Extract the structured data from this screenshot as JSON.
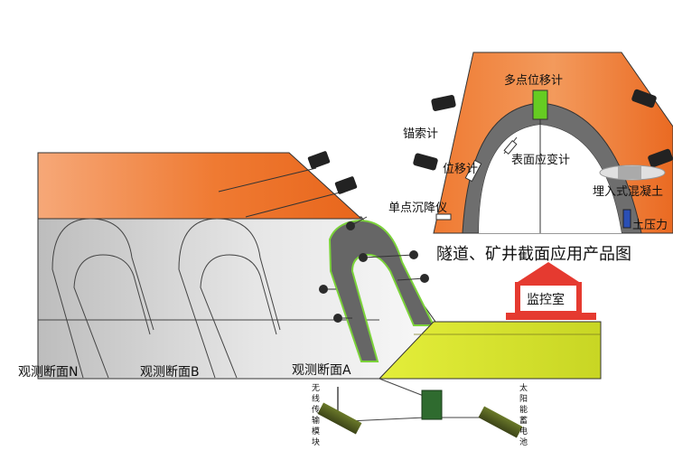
{
  "title": "隧道、矿井截面应用产品图",
  "control_room": "监控室",
  "sections": {
    "n": "观测断面N",
    "b": "观测断面B",
    "a": "观测断面A"
  },
  "instruments": {
    "multipoint_extensometer": "多点位移计",
    "anchor_cable_meter": "锚索计",
    "displacement_meter": "位移计",
    "surface_strain_gauge": "表面应变计",
    "single_point_settlement": "单点沉降仪",
    "embedded_concrete": "埋入式混凝土",
    "earth_pressure": "土压力"
  },
  "bottom": {
    "wireless_module": "无线传输模块",
    "solar_battery": "太阳能蓄电池"
  },
  "colors": {
    "soil_orange": "#ee7630",
    "rock_gray": "#c8c8c8",
    "ground_yellow": "#d4e030",
    "lining_gray": "#666666",
    "red": "#e53a30",
    "green": "#3a7a3a"
  }
}
